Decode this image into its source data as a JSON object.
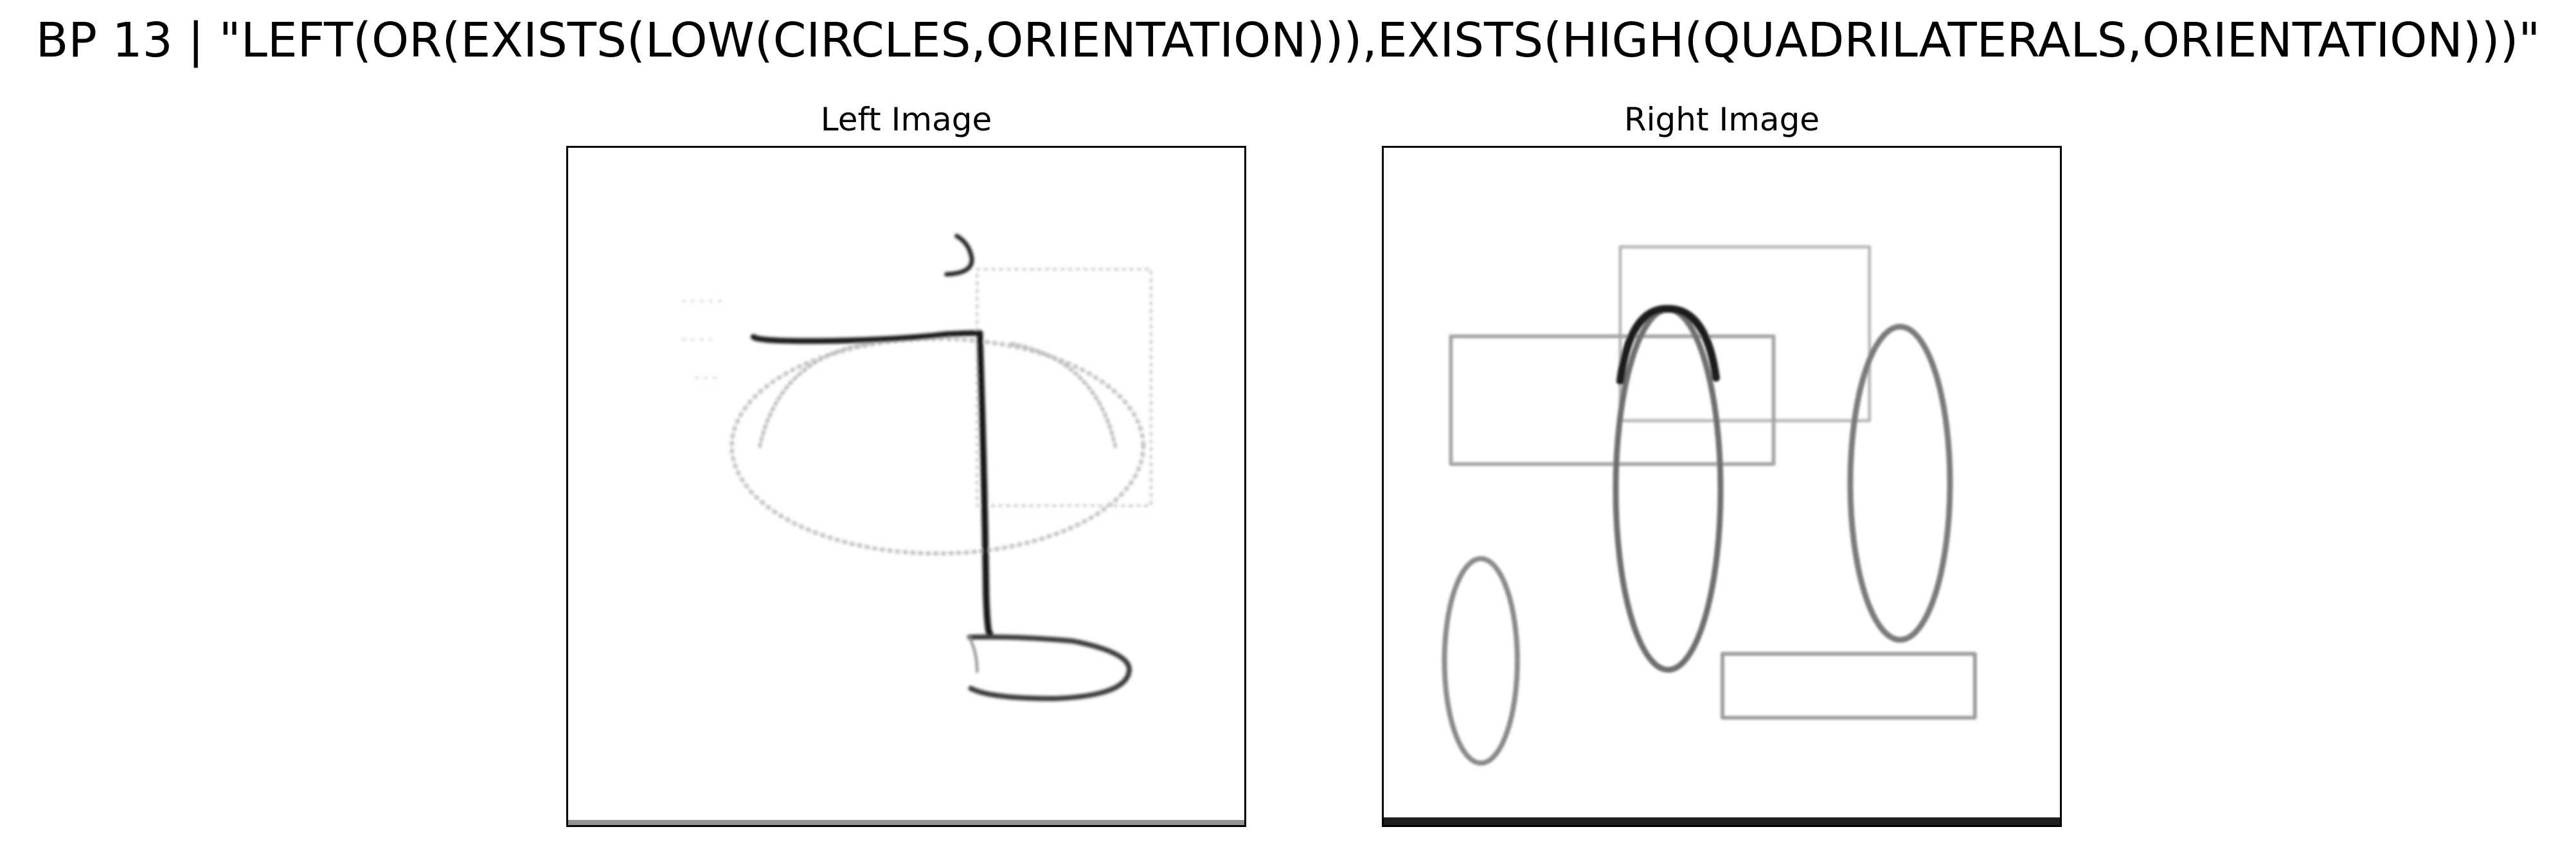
{
  "figure": {
    "suptitle": "BP 13 | \"LEFT(OR(EXISTS(LOW(CIRCLES,ORIENTATION))),EXISTS(HIGH(QUADRILATERALS,ORIENTATION)))\""
  },
  "panels": {
    "left": {
      "title": "Left Image"
    },
    "right": {
      "title": "Right Image"
    }
  },
  "colors": {
    "background": "#ffffff",
    "frame": "#000000",
    "stroke_dark": "#1a1a1a",
    "stroke_faint": "#9a9a9a"
  }
}
